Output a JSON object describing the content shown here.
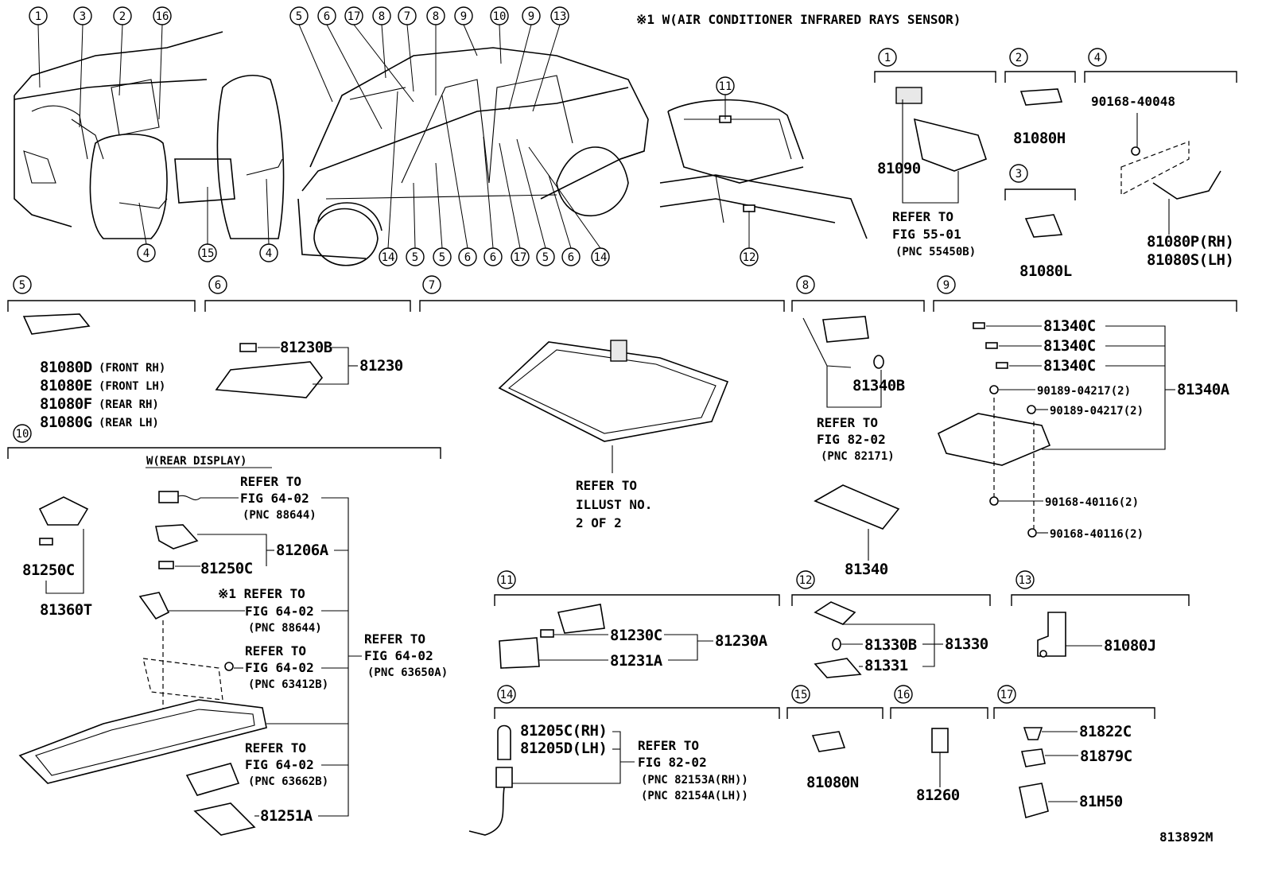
{
  "header_note": "※1 W(AIR CONDITIONER INFRARED RAYS SENSOR)",
  "figure_id": "813892M",
  "overview_callouts": {
    "interior_top": [
      "1",
      "3",
      "2",
      "16"
    ],
    "interior_bottom": [
      "4",
      "15",
      "4"
    ],
    "car_top": [
      "5",
      "6",
      "17",
      "8",
      "7",
      "8",
      "9",
      "10",
      "9",
      "13"
    ],
    "car_bottom": [
      "14",
      "5",
      "5",
      "6",
      "6",
      "17",
      "5",
      "6",
      "14"
    ],
    "trunk": [
      "11",
      "12"
    ]
  },
  "groups": {
    "g1": {
      "num": "1",
      "part": "81090",
      "ref": [
        "REFER TO",
        "FIG 55-01",
        "(PNC 55450B)"
      ]
    },
    "g2": {
      "num": "2",
      "part": "81080H"
    },
    "g3": {
      "num": "3",
      "part": "81080L"
    },
    "g4": {
      "num": "4",
      "bolt": "90168-40048",
      "parts": [
        "81080P(RH)",
        "81080S(LH)"
      ]
    },
    "g5": {
      "num": "5",
      "parts": [
        {
          "pn": "81080D",
          "desc": "(FRONT RH)"
        },
        {
          "pn": "81080E",
          "desc": "(FRONT LH)"
        },
        {
          "pn": "81080F",
          "desc": "(REAR RH)"
        },
        {
          "pn": "81080G",
          "desc": "(REAR LH)"
        }
      ]
    },
    "g6": {
      "num": "6",
      "bulb": "81230B",
      "assy": "81230"
    },
    "g7": {
      "num": "7",
      "ref": [
        "REFER TO",
        "ILLUST NO.",
        "2 OF 2"
      ]
    },
    "g8": {
      "num": "8",
      "bulb": "81340B",
      "part": "81340",
      "ref": [
        "REFER TO",
        "FIG 82-02",
        "(PNC 82171)"
      ]
    },
    "g9": {
      "num": "9",
      "bulbs": [
        "81340C",
        "81340C",
        "81340C"
      ],
      "assy": "81340A",
      "screws1": [
        "90189-04217(2)",
        "90189-04217(2)"
      ],
      "screws2": [
        "90168-40116(2)",
        "90168-40116(2)"
      ]
    },
    "g10": {
      "num": "10",
      "title": "W(REAR DISPLAY)",
      "bulb": "81250C",
      "lamp": "81360T",
      "bulb2": "81250C",
      "assy": "81206A",
      "cover": "81251A",
      "ref1": [
        "REFER TO",
        "FIG 64-02",
        "(PNC 88644)"
      ],
      "ref2": [
        "※1 REFER TO",
        "FIG 64-02",
        "(PNC 88644)"
      ],
      "ref3": [
        "REFER TO",
        "FIG 64-02",
        "(PNC 63412B)"
      ],
      "ref4": [
        "REFER TO",
        "FIG 64-02",
        "(PNC 63650A)"
      ],
      "ref5": [
        "REFER TO",
        "FIG 64-02",
        "(PNC 63662B)"
      ]
    },
    "g11": {
      "num": "11",
      "bulb": "81230C",
      "lens": "81231A",
      "assy": "81230A"
    },
    "g12": {
      "num": "12",
      "bulb": "81330B",
      "lens": "81331",
      "assy": "81330"
    },
    "g13": {
      "num": "13",
      "part": "81080J"
    },
    "g14": {
      "num": "14",
      "parts": [
        "81205C(RH)",
        "81205D(LH)"
      ],
      "ref": [
        "REFER TO",
        "FIG 82-02",
        "(PNC 82153A(RH))",
        "(PNC 82154A(LH))"
      ]
    },
    "g15": {
      "num": "15",
      "part": "81080N"
    },
    "g16": {
      "num": "16",
      "part": "81260"
    },
    "g17": {
      "num": "17",
      "parts": [
        "81822C",
        "81879C",
        "81H50"
      ]
    }
  }
}
